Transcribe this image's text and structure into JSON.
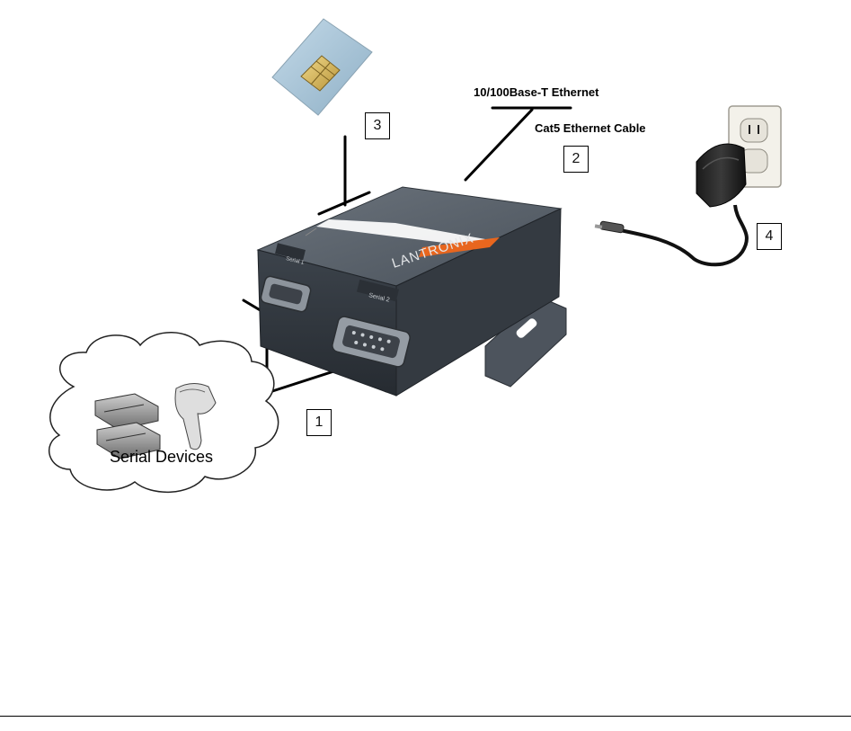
{
  "labels": {
    "ethernet": "10/100Base-T Ethernet",
    "cable": "Cat5 Ethernet Cable",
    "serial_devices": "Serial Devices"
  },
  "callouts": [
    "1",
    "2",
    "3",
    "4"
  ],
  "device": {
    "brand": "LANTRONIX",
    "port1_label": "Serial 1",
    "port2_label": "Serial 2"
  },
  "colors": {
    "device_body": "#4a525c",
    "brand_accent": "#e8661e",
    "sim_card": "#a9c6d9",
    "sim_chip": "#d2b35a"
  }
}
